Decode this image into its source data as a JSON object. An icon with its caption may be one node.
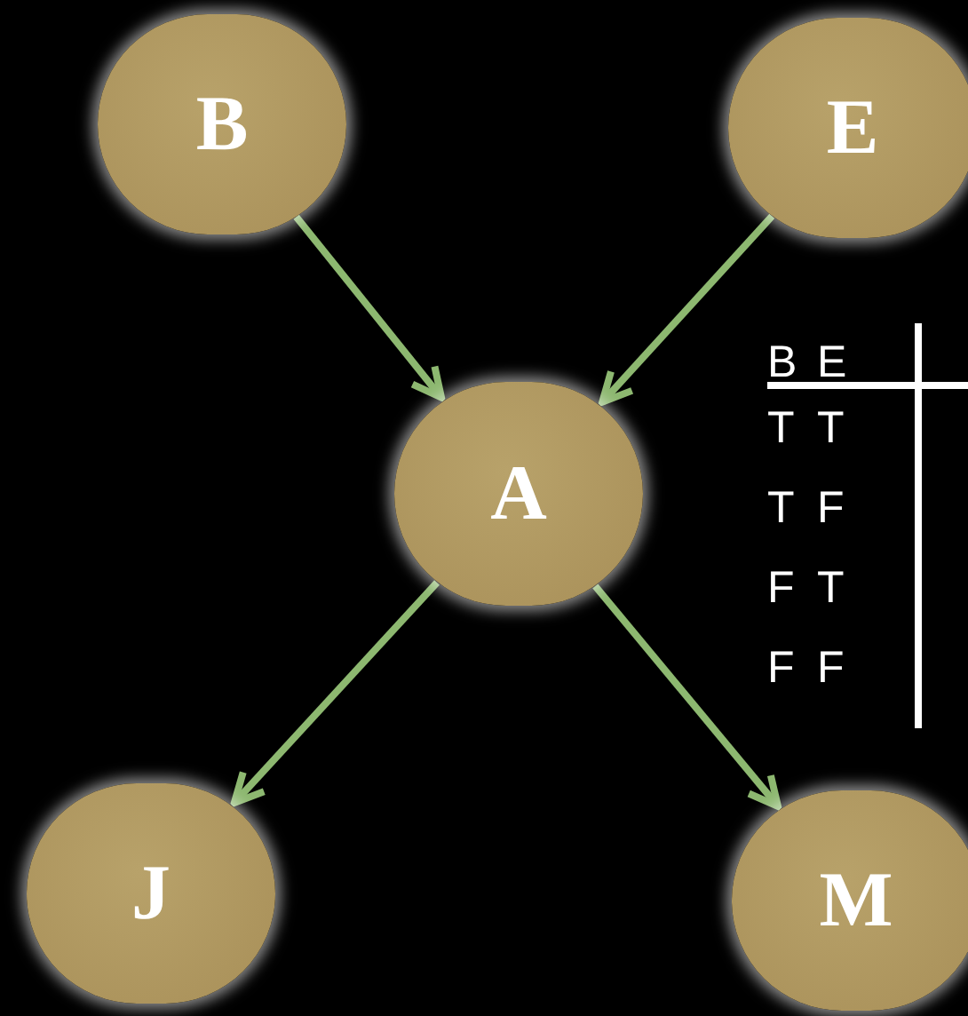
{
  "diagram": {
    "nodes": [
      {
        "text": [
          "B"
        ]
      },
      {
        "text": [
          "E"
        ]
      },
      {
        "text": [
          "A"
        ]
      },
      {
        "text": [
          "J"
        ]
      },
      {
        "text": [
          "M"
        ]
      }
    ],
    "edges": [
      {
        "from": 0,
        "to": 2,
        "arrow": "to"
      },
      {
        "from": 1,
        "to": 2,
        "arrow": "to"
      },
      {
        "from": 2,
        "to": 3,
        "arrow": "to"
      },
      {
        "from": 2,
        "to": 4,
        "arrow": "to"
      }
    ],
    "labels": [
      "B",
      "E",
      "T",
      "T",
      "T",
      "F",
      "F",
      "T",
      "F",
      "F"
    ]
  }
}
